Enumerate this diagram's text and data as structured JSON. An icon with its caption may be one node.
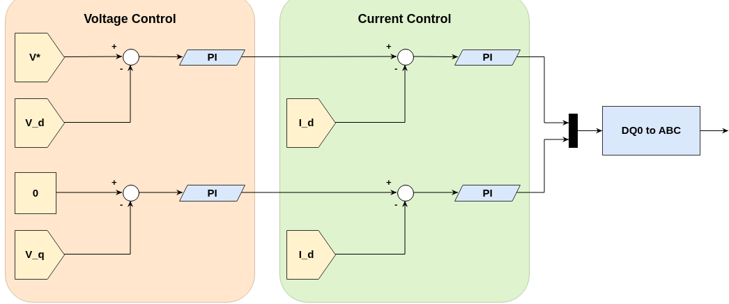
{
  "diagram": {
    "nodes": [
      {
        "text": [
          "Voltage Control"
        ]
      },
      {
        "text": [
          "Current Control"
        ]
      },
      {
        "text": [
          "V*"
        ],
        "in": 0
      },
      {
        "text": [],
        "shape": "circle",
        "in": 0
      },
      {
        "text": [
          "PI"
        ],
        "in": 0
      },
      {
        "text": [
          "V_d"
        ],
        "in": 0
      },
      {
        "text": [
          "0"
        ],
        "in": 0
      },
      {
        "text": [],
        "shape": "circle",
        "in": 0
      },
      {
        "text": [
          "PI"
        ],
        "in": 0
      },
      {
        "text": [
          "V_q"
        ],
        "in": 0
      },
      {
        "text": [],
        "shape": "circle",
        "in": 1
      },
      {
        "text": [
          "PI"
        ],
        "in": 1
      },
      {
        "text": [
          "I_d"
        ],
        "in": 1
      },
      {
        "text": [],
        "shape": "circle",
        "in": 1
      },
      {
        "text": [
          "PI"
        ],
        "in": 1
      },
      {
        "text": [
          "I_d"
        ],
        "in": 1
      },
      {
        "text": [],
        "shape": "bar"
      },
      {
        "text": [
          "DQ0 to ABC"
        ]
      }
    ],
    "edges": [
      {
        "from": 2,
        "to": 3,
        "arrow": "to"
      },
      {
        "from": 5,
        "to": 3,
        "arrow": "to"
      },
      {
        "from": 3,
        "to": 4,
        "arrow": "to"
      },
      {
        "from": 4,
        "to": 10,
        "arrow": "to"
      },
      {
        "from": 12,
        "to": 10,
        "arrow": "to"
      },
      {
        "from": 10,
        "to": 11,
        "arrow": "to"
      },
      {
        "from": 11,
        "to": 16,
        "arrow": "to"
      },
      {
        "from": 6,
        "to": 7,
        "arrow": "to"
      },
      {
        "from": 9,
        "to": 7,
        "arrow": "to"
      },
      {
        "from": 7,
        "to": 8,
        "arrow": "to"
      },
      {
        "from": 8,
        "to": 13,
        "arrow": "to"
      },
      {
        "from": 15,
        "to": 13,
        "arrow": "to"
      },
      {
        "from": 13,
        "to": 14,
        "arrow": "to"
      },
      {
        "from": 14,
        "to": 16,
        "arrow": "to"
      },
      {
        "from": 16,
        "to": 17,
        "arrow": "to"
      },
      {
        "from": 17,
        "to": null,
        "arrow": "to"
      }
    ],
    "labels": [
      "+",
      "-",
      "+",
      "-",
      "+",
      "-",
      "+",
      "-"
    ]
  }
}
